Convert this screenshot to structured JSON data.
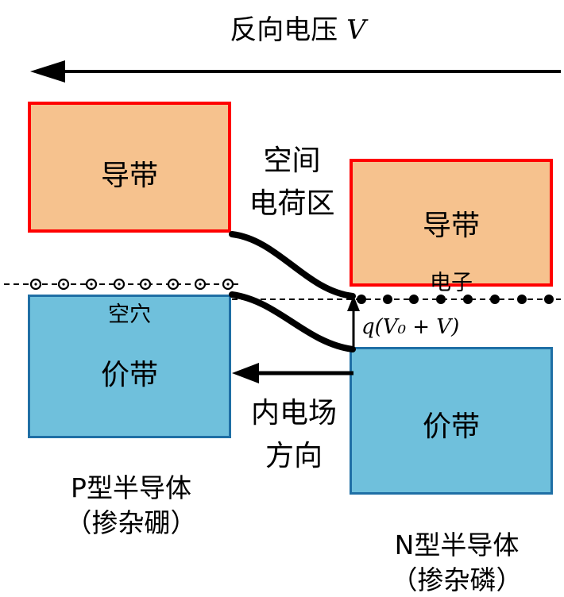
{
  "title": {
    "text": "反向电压 ",
    "symbol": "V"
  },
  "bands": {
    "p_conduction": "导带",
    "n_conduction": "导带",
    "p_valence": "价带",
    "n_valence": "价带"
  },
  "labels": {
    "space_charge_line1": "空间",
    "space_charge_line2": "电荷区",
    "holes": "空穴",
    "electrons": "电子",
    "energy_drop": "q(V₀ + V)",
    "field_line1": "内电场",
    "field_line2": "方向",
    "p_name": "P型半导体",
    "p_doping": "（掺杂硼）",
    "n_name": "N型半导体",
    "n_doping": "（掺杂磷）"
  },
  "colors": {
    "conduction_fill": "#F6C28E",
    "conduction_border": "#FF0000",
    "valence_fill": "#6FC0DC",
    "valence_border": "#1F6FA5",
    "line": "#000000"
  }
}
